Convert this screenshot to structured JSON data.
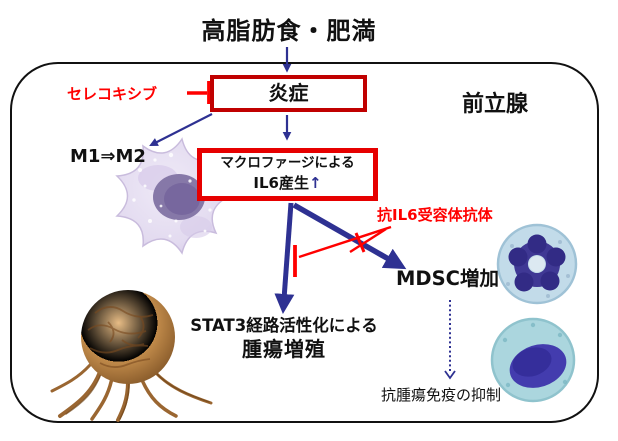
{
  "diagram": {
    "title": "高脂肪食・肥満",
    "organ_label": "前立腺",
    "nodes": {
      "inflammation": "炎症",
      "macrophage_il6_line1": "マクロファージによる",
      "macrophage_il6_line2": "IL6産生",
      "macrophage_il6_up_arrow": "↑",
      "m1_to_m2": "M1⇒M2",
      "mdsc_increase": "MDSC増加",
      "stat3_line1": "STAT3経路活性化による",
      "stat3_line2": "腫瘍増殖",
      "antitumor_immunity_suppression": "抗腫瘍免疫の抑制"
    },
    "inhibitors": {
      "celecoxib": "セレコキシブ",
      "anti_il6_receptor_antibody": "抗IL6受容体抗体"
    },
    "images": {
      "macrophage": "macrophage-cell",
      "tumor": "tumor-cell",
      "mdsc_top": "mdsc-neutrophil-cell",
      "mdsc_bottom": "mdsc-monocyte-cell"
    },
    "colors": {
      "inhibitor_red": "#ff0000",
      "inflammation_box_border": "#c00000",
      "il6_box_border": "#e60000",
      "arrow_navy": "#2e3192",
      "outline_black": "#111111"
    }
  }
}
